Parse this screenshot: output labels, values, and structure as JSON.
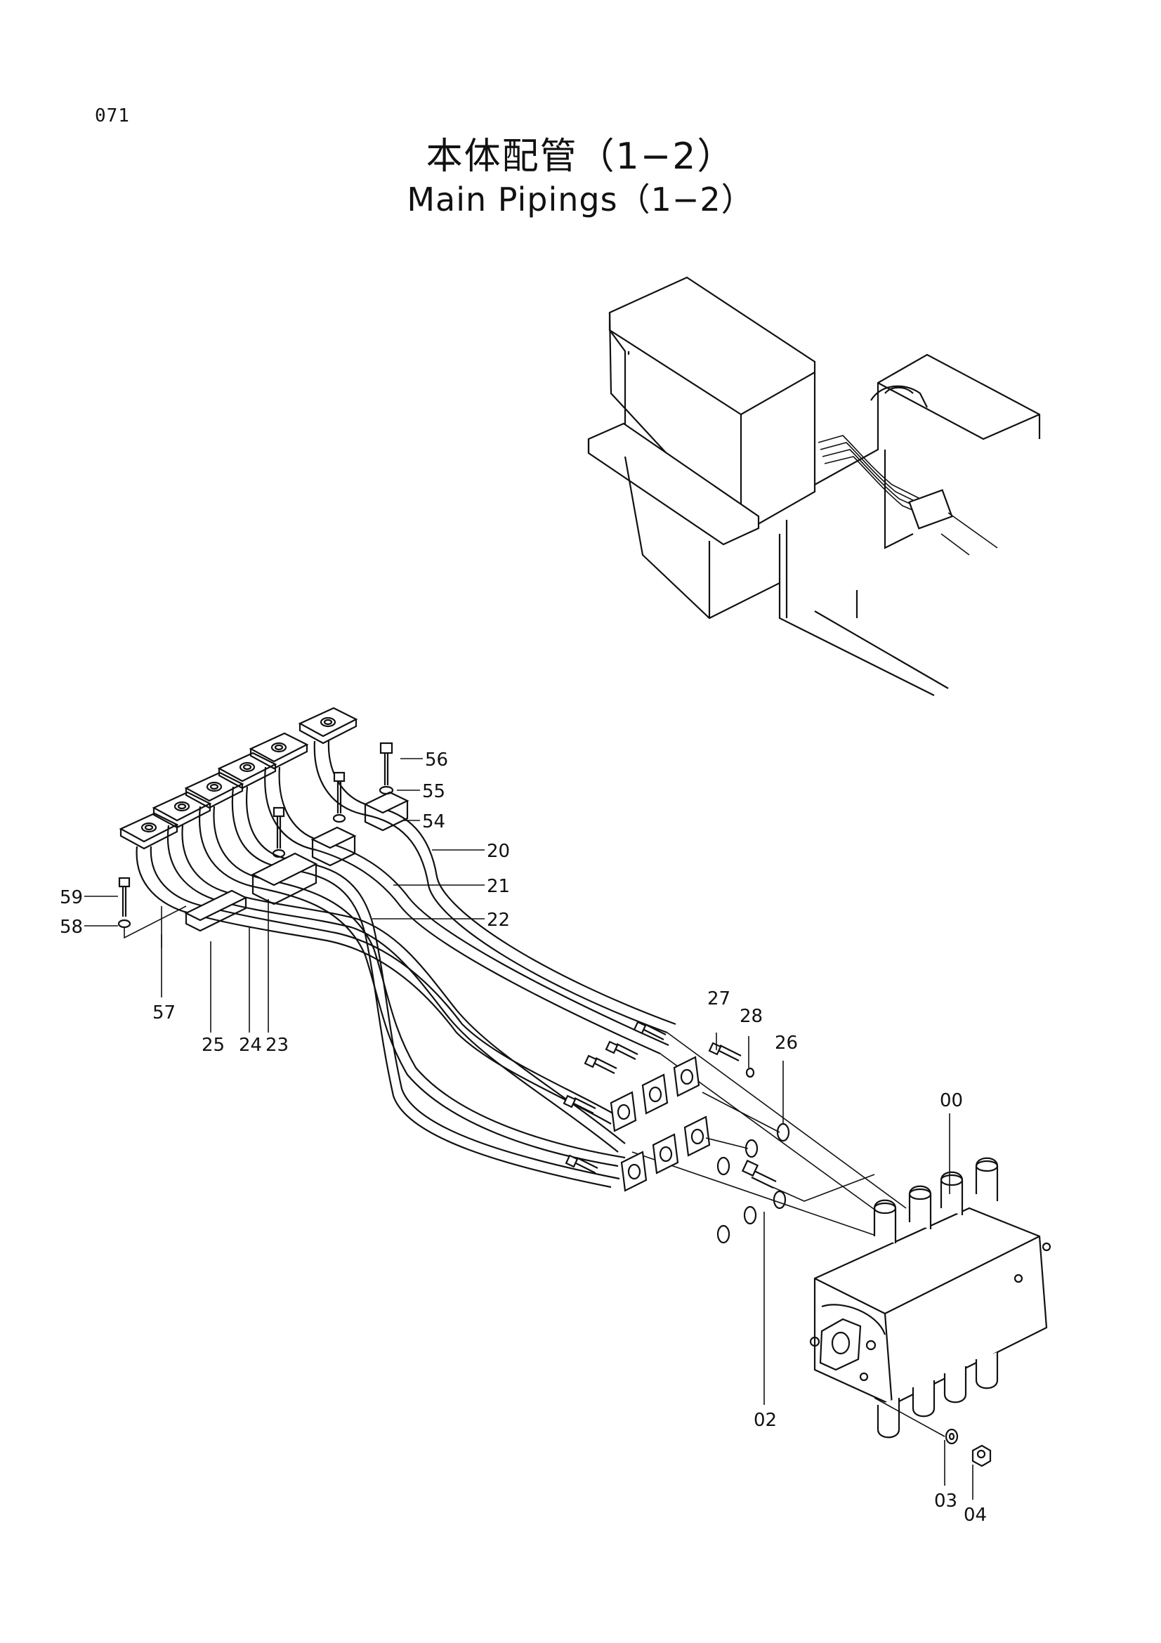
{
  "page_number": "071",
  "title_jp": "本体配管（1−2）",
  "title_en": "Main Pipings（1−2）",
  "callouts": {
    "p56": "56",
    "p55": "55",
    "p54": "54",
    "p20": "20",
    "p21": "21",
    "p22": "22",
    "p59": "59",
    "p58": "58",
    "p57": "57",
    "p25": "25",
    "p24": "24",
    "p23": "23",
    "p27": "27",
    "p28": "28",
    "p26": "26",
    "p00": "00",
    "p02": "02",
    "p03": "03",
    "p04": "04"
  }
}
